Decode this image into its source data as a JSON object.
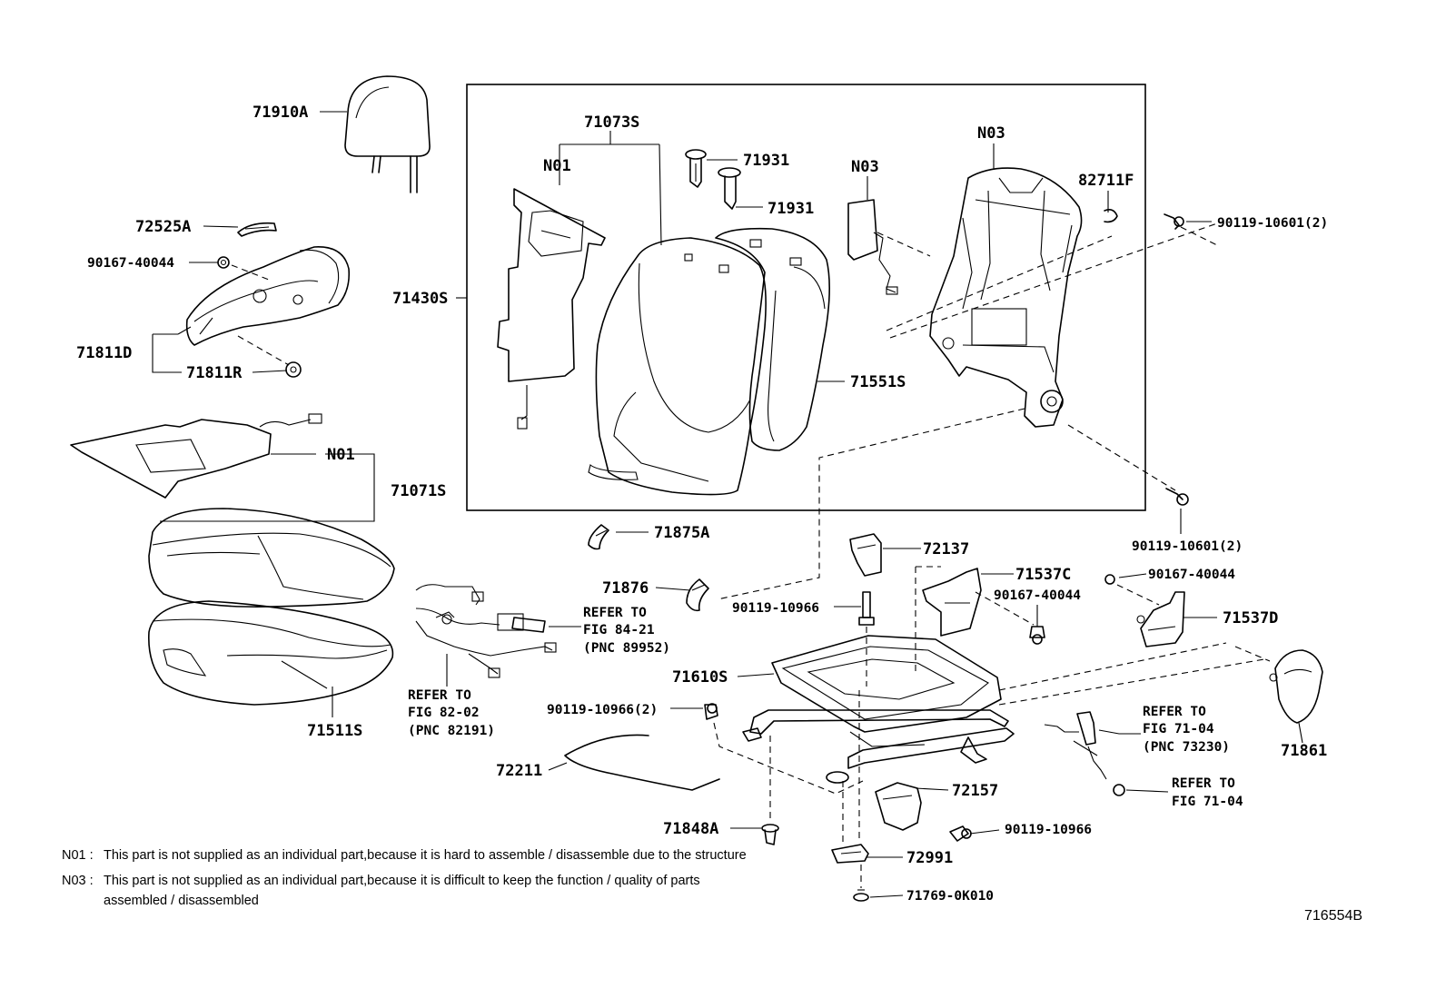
{
  "labels": {
    "p71910A": "71910A",
    "p72525A": "72525A",
    "p90167_40044_a": "90167-40044",
    "p71811D": "71811D",
    "p71811R": "71811R",
    "p71073S": "71073S",
    "n01_back": "N01",
    "p71931_a": "71931",
    "p71931_b": "71931",
    "n03_airbag": "N03",
    "n03_frame": "N03",
    "p82711F": "82711F",
    "p90119_10601_2_top": "90119-10601(2)",
    "p71430S": "71430S",
    "p71551S": "71551S",
    "n01_cushion": "N01",
    "p71071S": "71071S",
    "p71875A": "71875A",
    "p72137": "72137",
    "p90119_10601_2_bottom": "90119-10601(2)",
    "p71876": "71876",
    "p90119_10966_a": "90119-10966",
    "p71537C": "71537C",
    "p90167_40044_b": "90167-40044",
    "p90167_40044_c": "90167-40044",
    "p71537D": "71537D",
    "p71610S": "71610S",
    "p71511S": "71511S",
    "p90119_10966_2": "90119-10966(2)",
    "p71861": "71861",
    "p72211": "72211",
    "p72157": "72157",
    "p71848A": "71848A",
    "p90119_10966_b": "90119-10966",
    "p72991": "72991",
    "p71769_0K010": "71769-0K010"
  },
  "refs": {
    "ref_84_21": [
      "REFER TO",
      "FIG 84-21",
      "(PNC 89952)"
    ],
    "ref_82_02": [
      "REFER TO",
      "FIG 82-02",
      "(PNC 82191)"
    ],
    "ref_71_04_belt": [
      "REFER TO",
      "FIG 71-04",
      "(PNC 73230)"
    ],
    "ref_71_04_bolt": [
      "REFER TO",
      "FIG 71-04"
    ]
  },
  "notes": [
    {
      "code": "N01 :",
      "text": "This part is not supplied as an individual part,because it is hard to assemble / disassemble due to the structure"
    },
    {
      "code": "N03 :",
      "text": "This part is not supplied as an individual part,because it is difficult to keep the function / quality of parts assembled / disassembled"
    }
  ],
  "figure_number": "716554B"
}
